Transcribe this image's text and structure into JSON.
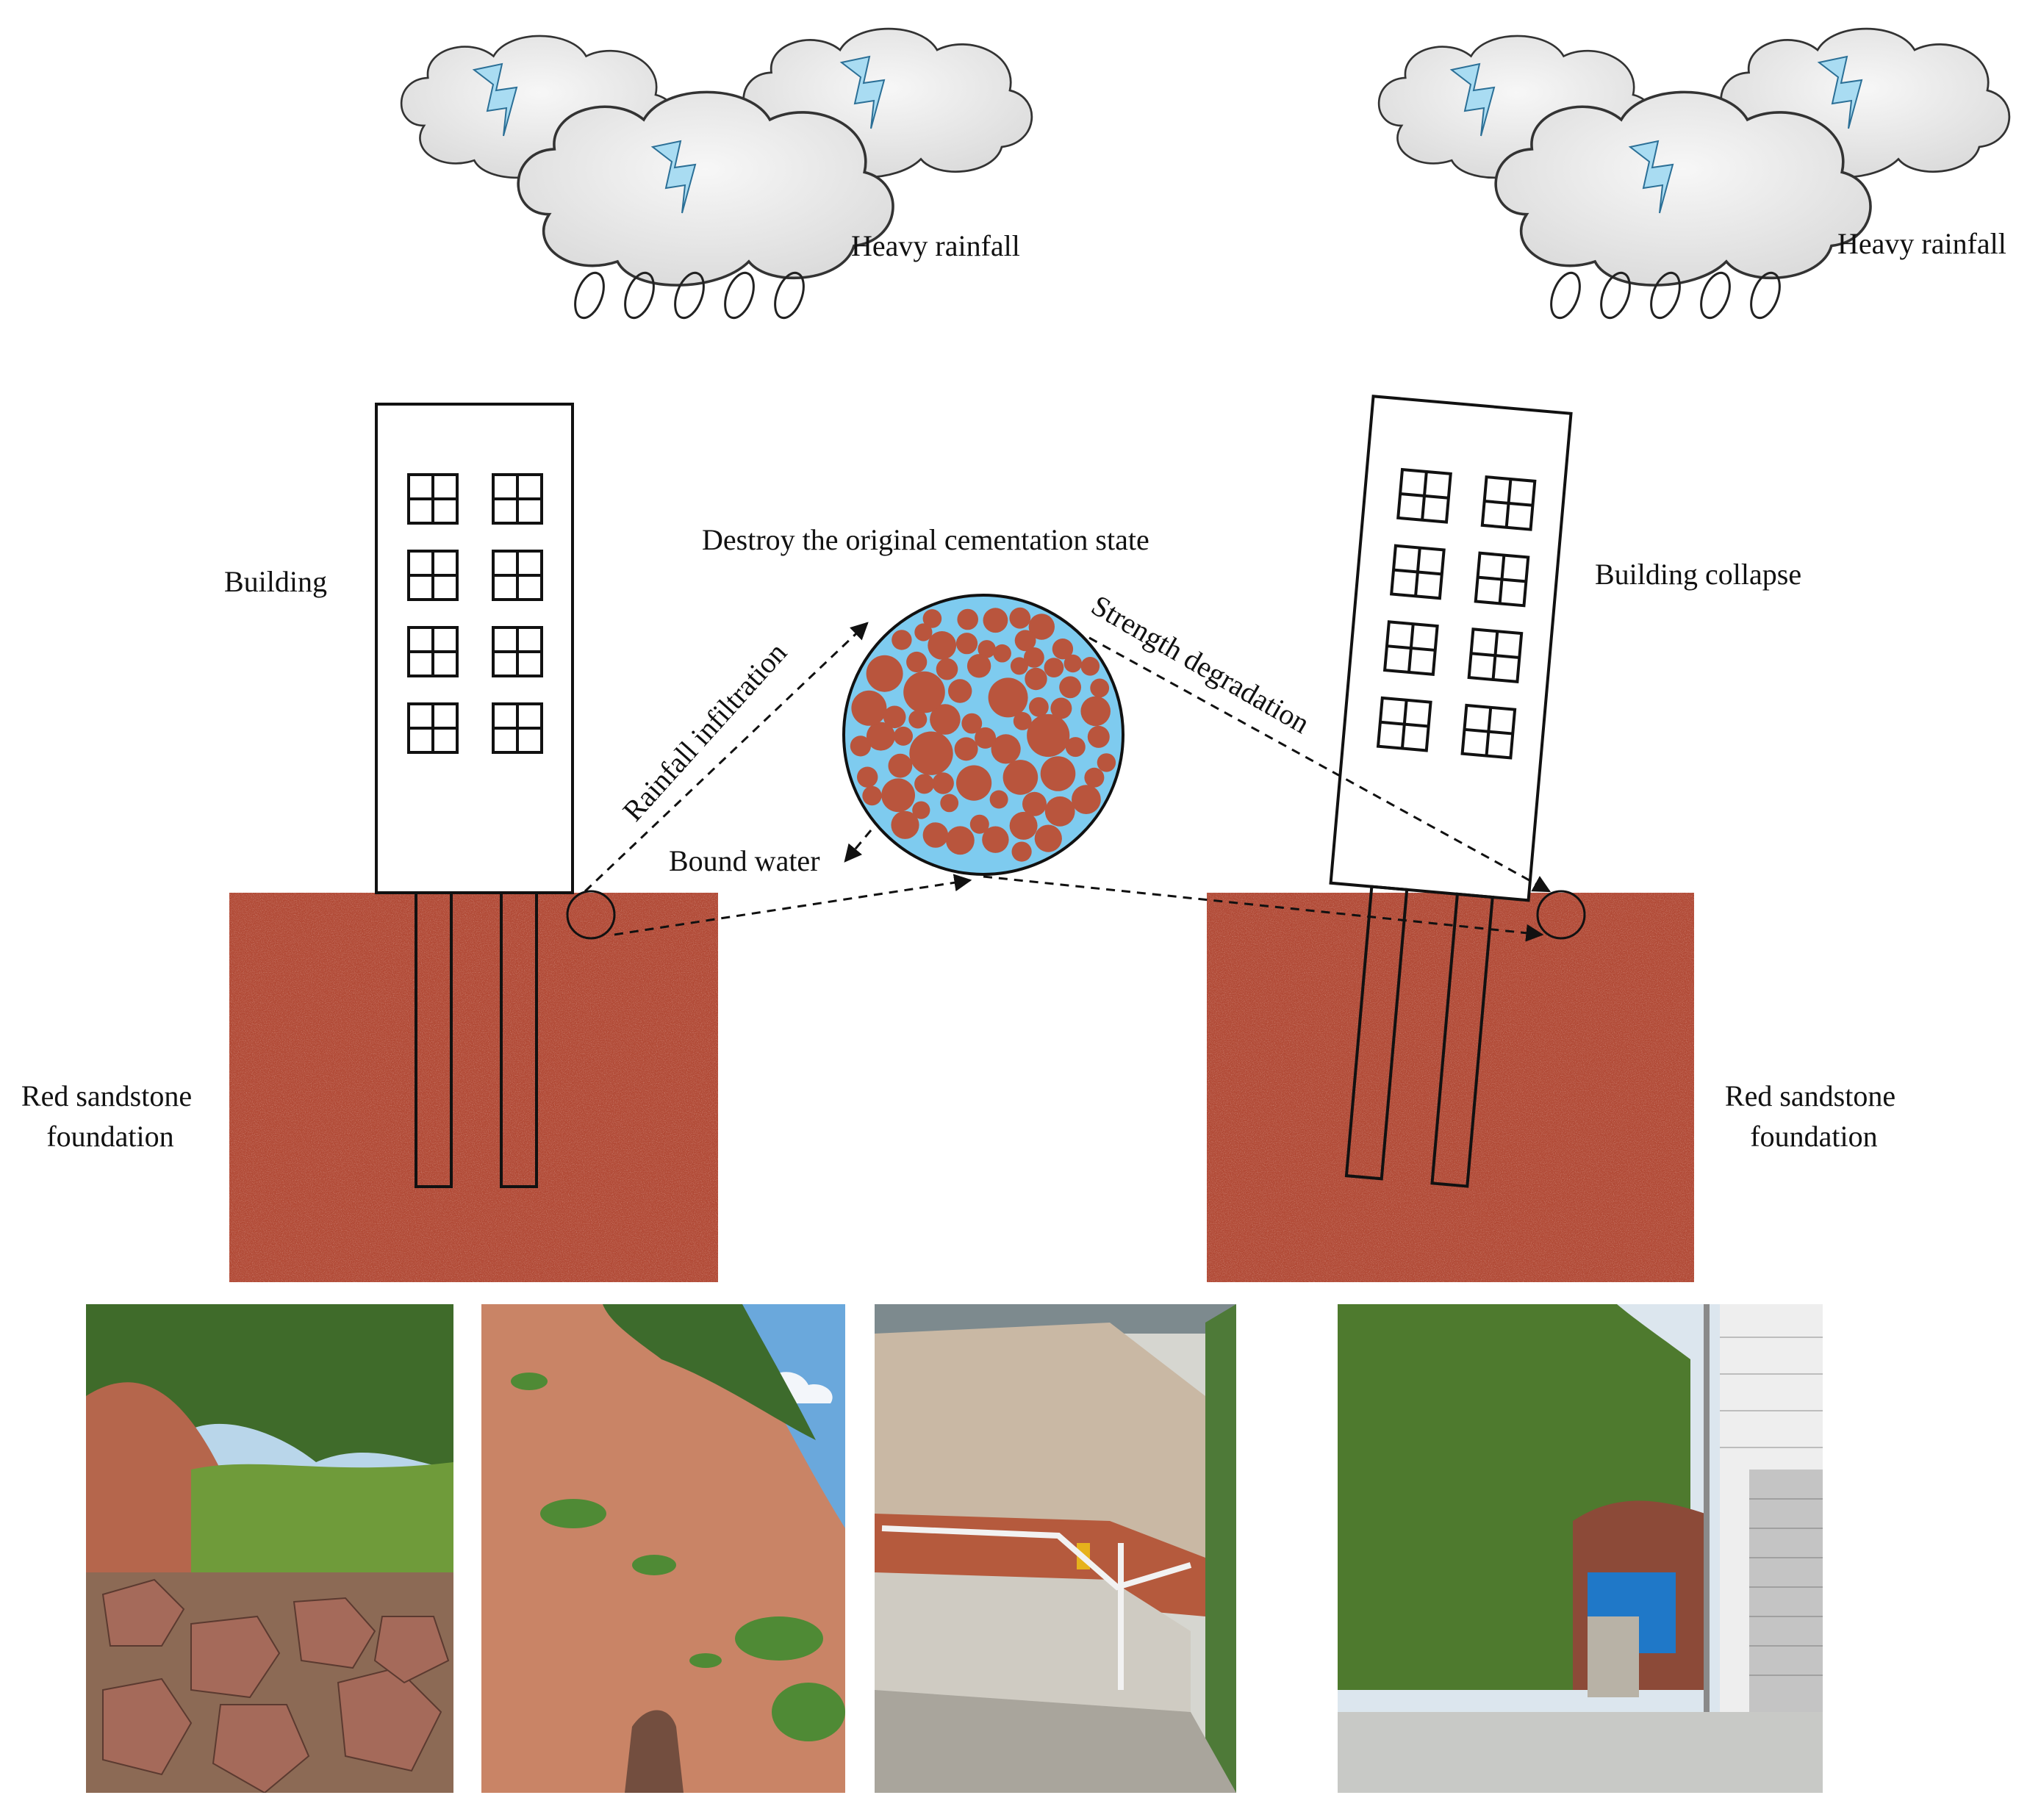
{
  "labels": {
    "heavy_rainfall_left": "Heavy rainfall",
    "heavy_rainfall_right": "Heavy rainfall",
    "building": "Building",
    "building_collapse": "Building collapse",
    "destroy_cementation": "Destroy the original cementation state",
    "rainfall_infiltration": "Rainfall infiltration",
    "strength_degradation": "Strength degradation",
    "bound_water": "Bound water",
    "red_sandstone_left_line1": "Red sandstone",
    "red_sandstone_left_line2": "foundation",
    "red_sandstone_right_line1": "Red sandstone",
    "red_sandstone_right_line2": "foundation"
  },
  "icons": [
    "cloud-icon",
    "lightning-icon",
    "raindrop-icon",
    "window-icon"
  ],
  "colors": {
    "sandstone": "#b14a36",
    "pore_water": "#7ecbef",
    "particle": "#b9553d",
    "lightning": "#a9dcf2",
    "cloud": "#eeeeee"
  },
  "photos": [
    {
      "subject": "red-sandstone-quarry-photo"
    },
    {
      "subject": "red-sandstone-slope-photo"
    },
    {
      "subject": "building-on-sandstone-wall-photo"
    },
    {
      "subject": "collapsed-slope-near-building-photo"
    }
  ]
}
